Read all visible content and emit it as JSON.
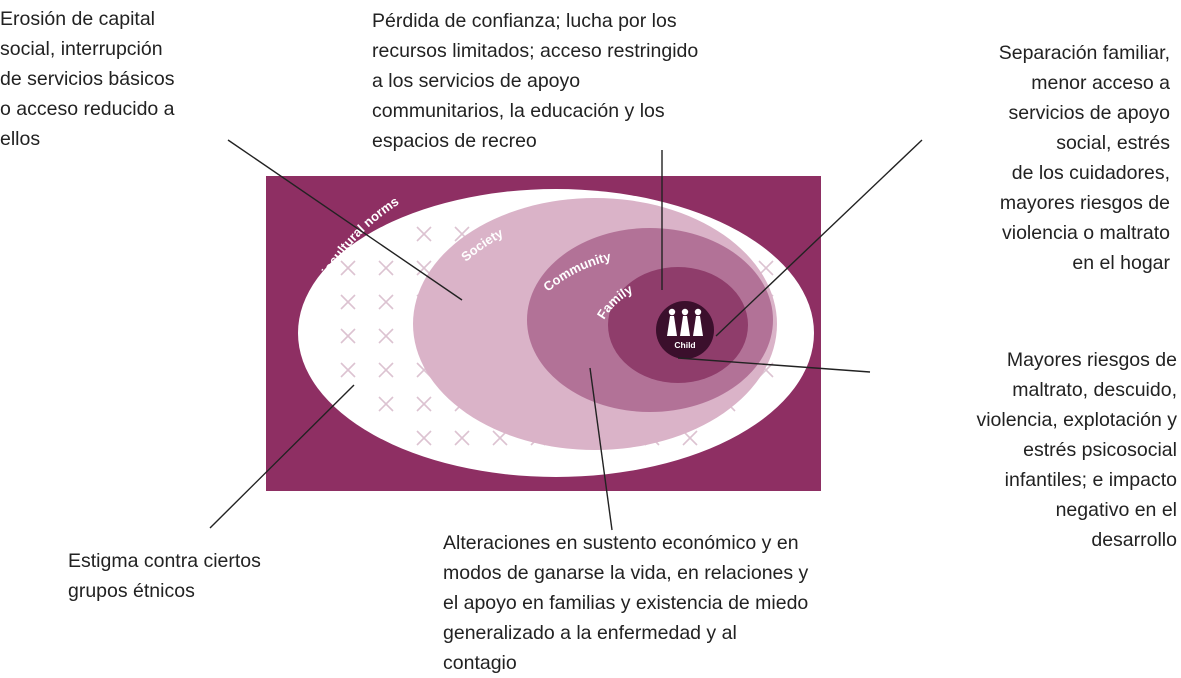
{
  "colors": {
    "frame": "#8e2f63",
    "sociocultural_ring": "#ffffff",
    "society_ring": "#dab3c8",
    "community_ring": "#b27297",
    "family_ring": "#8f3d6b",
    "child_center": "#3b0f2c",
    "cross_marks": "#dcc3d1",
    "leader_lines": "#222222",
    "text": "#222222"
  },
  "rings": {
    "sociocultural": "Sociocultural norms",
    "society": "Society",
    "community": "Community",
    "family": "Family",
    "child": "Child"
  },
  "annotations": {
    "top_left": "Erosión de capital\nsocial, interrupción\nde servicios básicos\no acceso reducido a\nellos",
    "top_center": "Pérdida de confianza; lucha por los\nrecursos limitados; acceso restringido\na los servicios de apoyo\ncommunitarios, la educación  y los\nespacios de recreo",
    "top_right": "Separación familiar,\nmenor acceso a\nservicios de apoyo\nsocial, estrés\nde los cuidadores,\nmayores riesgos de\nviolencia o maltrato\nen el hogar",
    "mid_right": "Mayores riesgos de\nmaltrato, descuido,\nviolencia, explotación y\nestrés psicosocial\ninfantiles; e impacto\nnegativo en el\ndesarrollo",
    "bottom_left": "Estigma contra ciertos\ngrupos étnicos",
    "bottom_center": "Alteraciones en sustento económico y en\nmodos de ganarse la vida, en relaciones y\nel apoyo en familias y existencia de miedo\ngeneralizado a la enfermedad y al\ncontagio"
  }
}
